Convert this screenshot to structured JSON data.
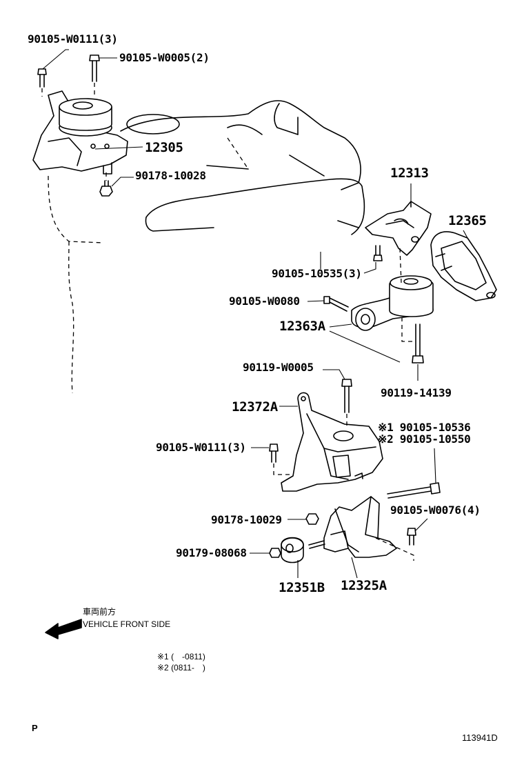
{
  "parts": {
    "p1": "90105-W0111(3)",
    "p2": "90105-W0005(2)",
    "p3": "12305",
    "p4": "90178-10028",
    "p5": "12313",
    "p6": "12365",
    "p7": "90105-10535(3)",
    "p8": "90105-W0080",
    "p9": "12363A",
    "p10": "90119-W0005",
    "p11": "90119-14139",
    "p12": "12372A",
    "p13": "※1 90105-10536",
    "p14": "※2 90105-10550",
    "p15": "90105-W0111(3)",
    "p16": "90105-W0076(4)",
    "p17": "90178-10029",
    "p18": "90179-08068",
    "p19": "12351B",
    "p20": "12325A"
  },
  "front": {
    "jp": "車両前方",
    "en": "VEHICLE FRONT SIDE"
  },
  "notes": {
    "n1": "※1 (　-0811)",
    "n2": "※2 (0811-　)"
  },
  "footer": {
    "left": "P",
    "code": "113941D"
  }
}
